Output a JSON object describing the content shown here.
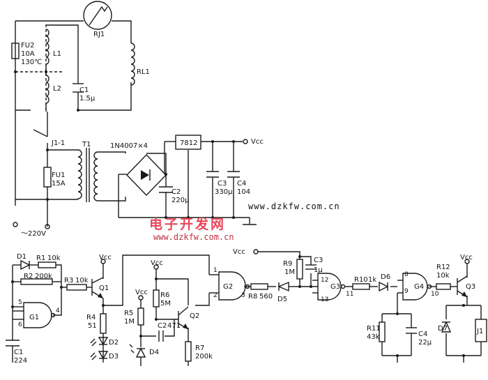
{
  "labels": {
    "rj1": "RJ1",
    "rl1": "RL1",
    "fu2": "FU2",
    "fu2_rating1": "10A",
    "fu2_rating2": "130℃",
    "l1": "L1",
    "l2": "L2",
    "c1_top": "C1",
    "c1_top_val": "1.5μ",
    "j1_1": "J1-1",
    "t1": "T1",
    "fu1": "FU1",
    "fu1_rating": "15A",
    "bridge": "1N4007×4",
    "reg": "7812",
    "vcc": "Vcc",
    "c2": "C2",
    "c2_val": "220μ",
    "c3": "C3",
    "c3_val": "330μ",
    "c4": "C4",
    "c4_val": "104",
    "mains": "～220V",
    "url": "www.dzkfw.com.cn",
    "d1": "D1",
    "r1": "R1",
    "r1_val": "10k",
    "r2": "R2",
    "r2_val": "200k",
    "g1": "G1",
    "pin5": "5",
    "pin6": "6",
    "pin4": "4",
    "c1b": "C1",
    "c1b_val": "224",
    "r3": "R3",
    "r3_val": "10k",
    "q1": "Q1",
    "vcc_q1": "Vcc",
    "r4": "R4",
    "r4_val": "51",
    "d2": "D2",
    "d3": "D3",
    "r5": "R5",
    "r5_val": "1M",
    "vcc_r5": "Vcc",
    "vcc_r6": "Vcc",
    "r6": "R6",
    "r6_val": "5M",
    "c2b": "C2",
    "c2b_val": "471",
    "d4": "D4",
    "q2": "Q2",
    "r7": "R7",
    "r7_val": "200k",
    "g2": "G2",
    "pin1": "1",
    "pin2": "2",
    "pin3": "3",
    "r8": "R8",
    "r8_val": "560",
    "d5": "D5",
    "vcc_mid": "Vcc",
    "r9": "R9",
    "r9_val": "1M",
    "c3b": "C3",
    "c3b_val": "1μ",
    "g3": "G3",
    "pin12": "12",
    "pin13": "13",
    "pin11": "11",
    "r10": "R10",
    "r10_val": "1k",
    "d6": "D6",
    "g4": "G4",
    "pin8": "8",
    "pin9": "9",
    "pin10": "10",
    "r11": "R11",
    "r11_val": "43k",
    "c4b": "C4",
    "c4b_val": "22μ",
    "r12": "R12",
    "r12_val": "10k",
    "q3": "Q3",
    "vcc_q3": "Vcc",
    "d7": "D7",
    "j1": "J1"
  },
  "watermark": {
    "title": "电子开发网",
    "url": "www.dzkfw.com.cn",
    "color": "#e8475a"
  }
}
